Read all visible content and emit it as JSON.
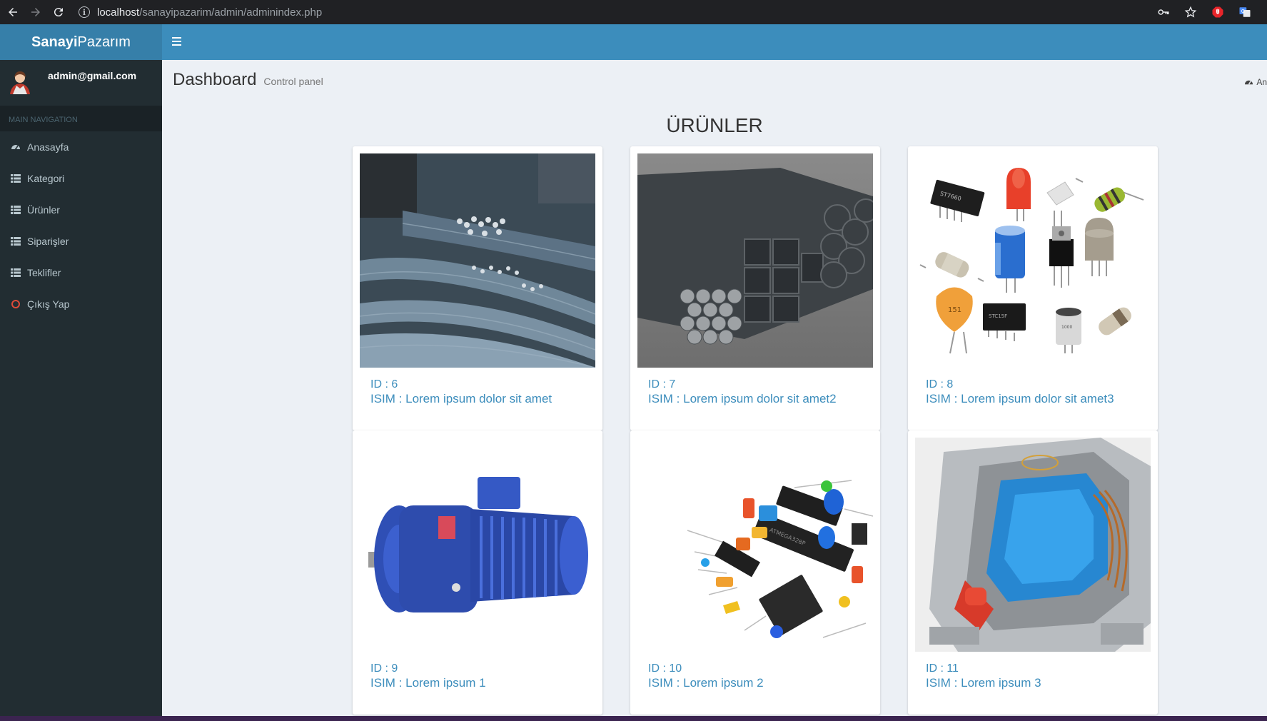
{
  "browser": {
    "url_host": "localhost",
    "url_path": "/sanayipazarim/admin/adminindex.php"
  },
  "header": {
    "logo_bold": "Sanayi",
    "logo_rest": "Pazarım"
  },
  "sidebar": {
    "user_email": "admin@gmail.com",
    "nav_header": "MAIN NAVIGATION",
    "items": [
      {
        "label": "Anasayfa",
        "icon": "dashboard-icon"
      },
      {
        "label": "Kategori",
        "icon": "grid-icon"
      },
      {
        "label": "Ürünler",
        "icon": "grid-icon"
      },
      {
        "label": "Siparişler",
        "icon": "grid-icon"
      },
      {
        "label": "Teklifler",
        "icon": "grid-icon"
      },
      {
        "label": "Çıkış Yap",
        "icon": "circle-icon"
      }
    ]
  },
  "content": {
    "title": "Dashboard",
    "subtitle": "Control panel",
    "breadcrumb": "An",
    "section_title": "ÜRÜNLER"
  },
  "products": [
    {
      "id_text": "ID : 6",
      "name_text": "ISIM : Lorem ipsum dolor sit amet",
      "image": "steel-rebar"
    },
    {
      "id_text": "ID : 7",
      "name_text": "ISIM : Lorem ipsum dolor sit amet2",
      "image": "steel-profiles"
    },
    {
      "id_text": "ID : 8",
      "name_text": "ISIM : Lorem ipsum dolor sit amet3",
      "image": "electronic-components"
    },
    {
      "id_text": "ID : 9",
      "name_text": "ISIM : Lorem ipsum 1",
      "image": "electric-motor-gearbox"
    },
    {
      "id_text": "ID : 10",
      "name_text": "ISIM : Lorem ipsum 2",
      "image": "circuit-components"
    },
    {
      "id_text": "ID : 11",
      "name_text": "ISIM : Lorem ipsum 3",
      "image": "motor-cutaway"
    }
  ]
}
